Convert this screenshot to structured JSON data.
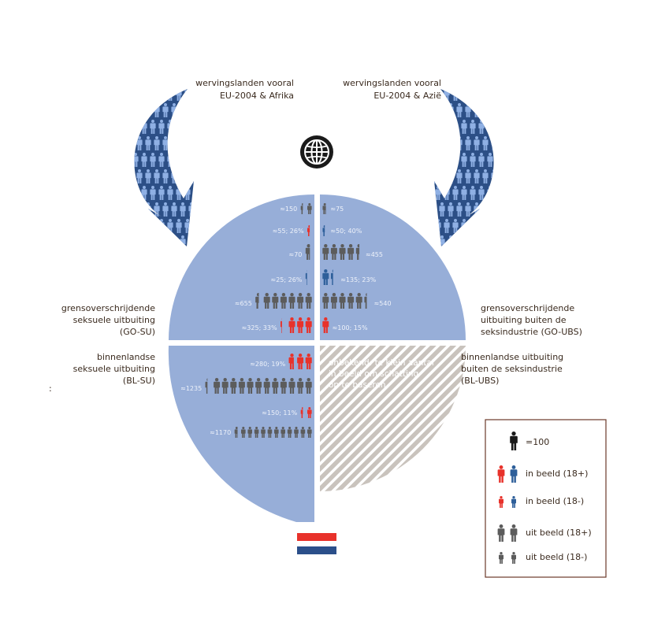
{
  "colors": {
    "quadrant": "#97aed8",
    "arrow": "#2c4f86",
    "arrow_figure": "#8fb0e4",
    "red": "#e8322b",
    "blue": "#2e5f9a",
    "grey": "#5c5c5c",
    "black": "#1a1a1a",
    "hatch_bg": "#c9c3bd",
    "hatch_line": "#ffffff",
    "flag_red": "#e8322b",
    "flag_blue": "#2b4f8a",
    "legend_border": "#6b3a2a"
  },
  "icons": {
    "globe": "globe-icon",
    "person": "person-icon"
  },
  "recruitment": {
    "left": {
      "line1": "wervingslanden vooral",
      "line2": "EU-2004 & Afrika"
    },
    "right": {
      "line1": "wervingslanden vooral",
      "line2": "EU-2004 & Azië"
    }
  },
  "quadrants": {
    "go_su": {
      "line1": "grensoverschrijdende",
      "line2": "seksuele uitbuiting",
      "line3": "(GO-SU)"
    },
    "go_ubs": {
      "line1": "grensoverschrijdende",
      "line2": "uitbuiting buiten de",
      "line3": "seksindustrie (GO-UBS)"
    },
    "bl_su": {
      "line1": "binnenlandse",
      "line2": "seksuele uitbuiting",
      "line3": "(BL-SU)"
    },
    "bl_ubs": {
      "line1": "binnenlandse uitbuiting",
      "line2": "buiten de seksindustrie",
      "line3": "(BL-UBS)"
    }
  },
  "unknown": {
    "line1": "onbekend: te klein aantal",
    "line2": "in beeld om schatting",
    "line3": "op te baseren"
  },
  "rows": {
    "go_su": [
      {
        "label": "≈150",
        "type": "grey_minor",
        "count": 1.5
      },
      {
        "label": "≈55; 26%",
        "type": "red_minor",
        "count": 0.55
      },
      {
        "label": "≈70",
        "type": "grey_adult",
        "count": 0.7
      },
      {
        "label": "≈25; 26%",
        "type": "blue_adult",
        "count": 0.25
      },
      {
        "label": "≈655",
        "type": "grey_adult",
        "count": 6.55
      },
      {
        "label": "≈325; 33%",
        "type": "red_adult",
        "count": 3.25
      }
    ],
    "go_ubs": [
      {
        "label": "≈75",
        "type": "grey_minor",
        "count": 0.75
      },
      {
        "label": "≈50; 40%",
        "type": "blue_minor",
        "count": 0.5
      },
      {
        "label": "≈455",
        "type": "grey_adult",
        "count": 4.55
      },
      {
        "label": "≈135; 23%",
        "type": "blue_adult",
        "count": 1.35
      },
      {
        "label": "≈540",
        "type": "grey_adult",
        "count": 5.4
      },
      {
        "label": "≈100; 15%",
        "type": "red_adult",
        "count": 1.0
      }
    ],
    "bl_su": [
      {
        "label": "≈280; 19%",
        "type": "red_adult",
        "count": 2.8
      },
      {
        "label": "≈1235",
        "type": "grey_adult",
        "count": 12.35
      },
      {
        "label": "≈150; 11%",
        "type": "red_minor",
        "count": 1.5
      },
      {
        "label": "≈1170",
        "type": "grey_minor",
        "count": 11.7
      }
    ]
  },
  "legend": {
    "unit": "=100",
    "in_adult": "in beeld (18+)",
    "in_minor": "in beeld (18-)",
    "out_adult": "uit beeld (18+)",
    "out_minor": "uit beeld (18-)"
  },
  "side_mark": ":"
}
